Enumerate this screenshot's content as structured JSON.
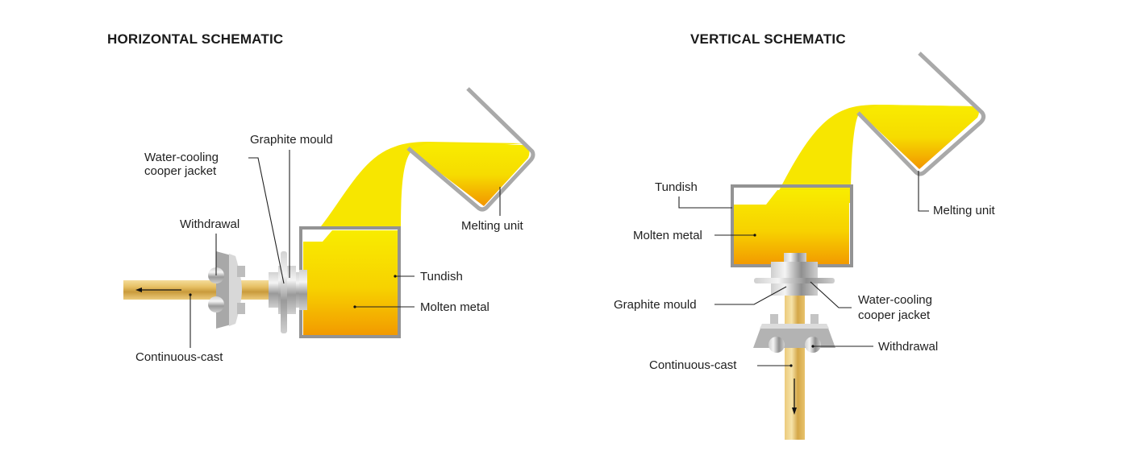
{
  "horizontal": {
    "title": "HORIZONTAL SCHEMATIC",
    "labels": {
      "graphite_mould": "Graphite mould",
      "water_cooling_1": "Water-cooling",
      "water_cooling_2": "cooper jacket",
      "withdrawal": "Withdrawal",
      "melting_unit": "Melting unit",
      "tundish": "Tundish",
      "molten_metal": "Molten metal",
      "continuous_cast": "Continuous-cast"
    }
  },
  "vertical": {
    "title": "VERTICAL SCHEMATIC",
    "labels": {
      "tundish": "Tundish",
      "molten_metal": "Molten metal",
      "melting_unit": "Melting unit",
      "graphite_mould": "Graphite mould",
      "water_cooling_1": "Water-cooling",
      "water_cooling_2": "cooper jacket",
      "withdrawal": "Withdrawal",
      "continuous_cast": "Continuous-cast"
    }
  },
  "colors": {
    "metal_top": "#f7ea00",
    "metal_bottom": "#f39c00",
    "vessel_gray": "#9c9c9c",
    "rod_gold": "#e2b85a"
  }
}
